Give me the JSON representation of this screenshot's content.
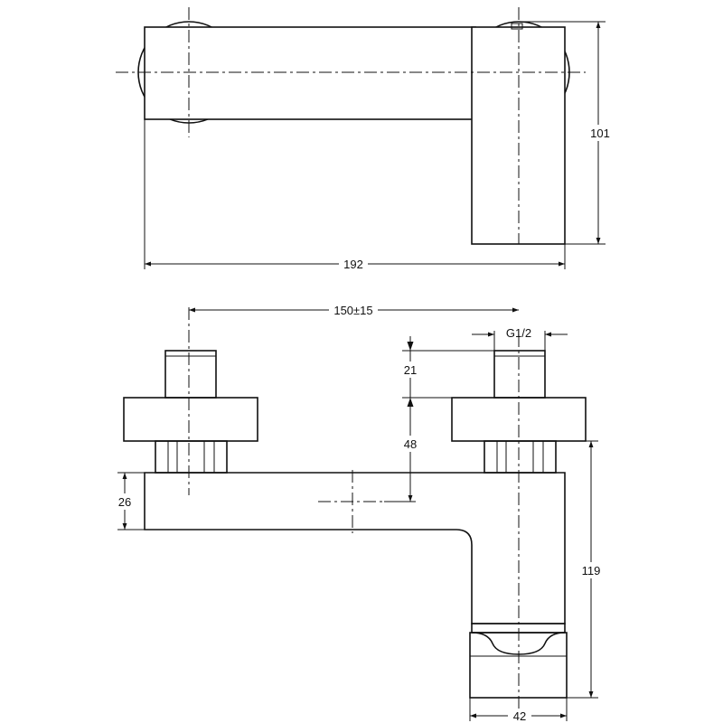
{
  "dimensions": {
    "top_width": "192",
    "top_height": "101",
    "inlet_spacing": "150±15",
    "thread": "G1/2",
    "thread_length": "21",
    "eccentric_height": "48",
    "body_thickness": "26",
    "outlet_height": "119",
    "outlet_width": "42"
  }
}
